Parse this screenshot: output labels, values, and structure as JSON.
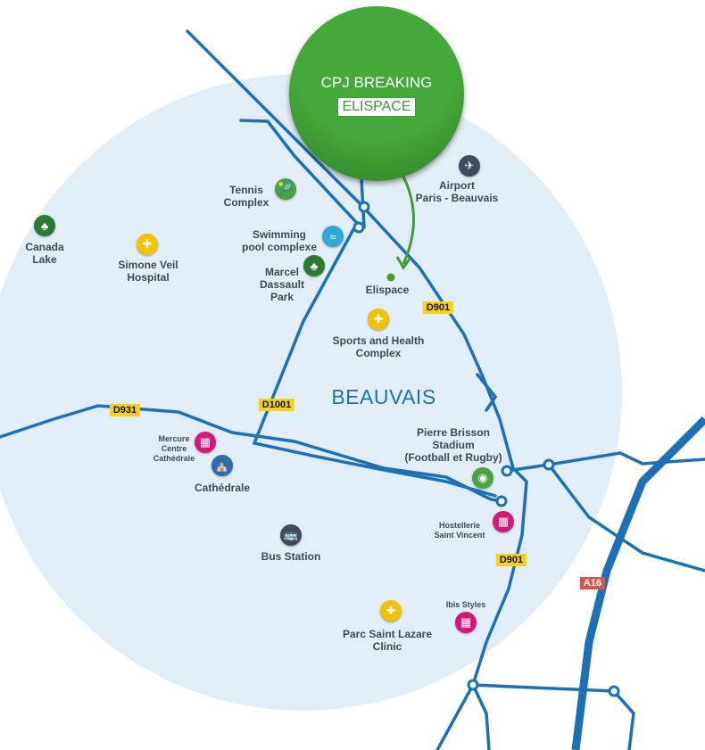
{
  "badge": {
    "title": "CPJ BREAKING",
    "subtitle": "ELISPACE"
  },
  "city": "BEAUVAIS",
  "colors": {
    "area": "#e2eef7",
    "road": "#1c70b8",
    "green": "#3f9f36",
    "hotel": "#d6177a",
    "health": "#f2c200",
    "park": "#2b7a34",
    "sport": "#4aa33f",
    "transport": "#3f4a5a",
    "tourism": "#2a6db0"
  },
  "pois": [
    {
      "name": "Airport\nParis - Beauvais",
      "icon": "airplane-icon",
      "glyph": "✈"
    },
    {
      "name": "Tennis\nComplex",
      "icon": "tennis-icon",
      "glyph": "🎾"
    },
    {
      "name": "Swimming\npool complexe",
      "icon": "swimmer-icon",
      "glyph": "≈"
    },
    {
      "name": "Canada\nLake",
      "icon": "tree-icon",
      "glyph": "♣"
    },
    {
      "name": "Simone Veil\nHospital",
      "icon": "health-cross-icon",
      "glyph": "✚"
    },
    {
      "name": "Marcel\nDassault\nPark",
      "icon": "tree-icon",
      "glyph": "♣"
    },
    {
      "name": "Elispace",
      "icon": "location-dot-icon",
      "glyph": ""
    },
    {
      "name": "Sports and Health\nComplex",
      "icon": "health-cross-icon",
      "glyph": "✚"
    },
    {
      "name": "Mercure\nCentre\nCathédrale",
      "icon": "hotel-icon",
      "glyph": "▦"
    },
    {
      "name": "Cathédrale",
      "icon": "cathedral-icon",
      "glyph": "⛪"
    },
    {
      "name": "Pierre Brisson\nStadium\n(Football et Rugby)",
      "icon": "stadium-icon",
      "glyph": "◉"
    },
    {
      "name": "Hostellerie\nSaint Vincent",
      "icon": "hotel-icon",
      "glyph": "▦"
    },
    {
      "name": "Bus Station",
      "icon": "bus-icon",
      "glyph": "🚌"
    },
    {
      "name": "Parc Saint Lazare\nClinic",
      "icon": "health-cross-icon",
      "glyph": "✚"
    },
    {
      "name": "Ibis Styles",
      "icon": "hotel-icon",
      "glyph": "▦"
    }
  ],
  "roads": [
    "D901",
    "D1001",
    "D931",
    "D901",
    "A16"
  ]
}
